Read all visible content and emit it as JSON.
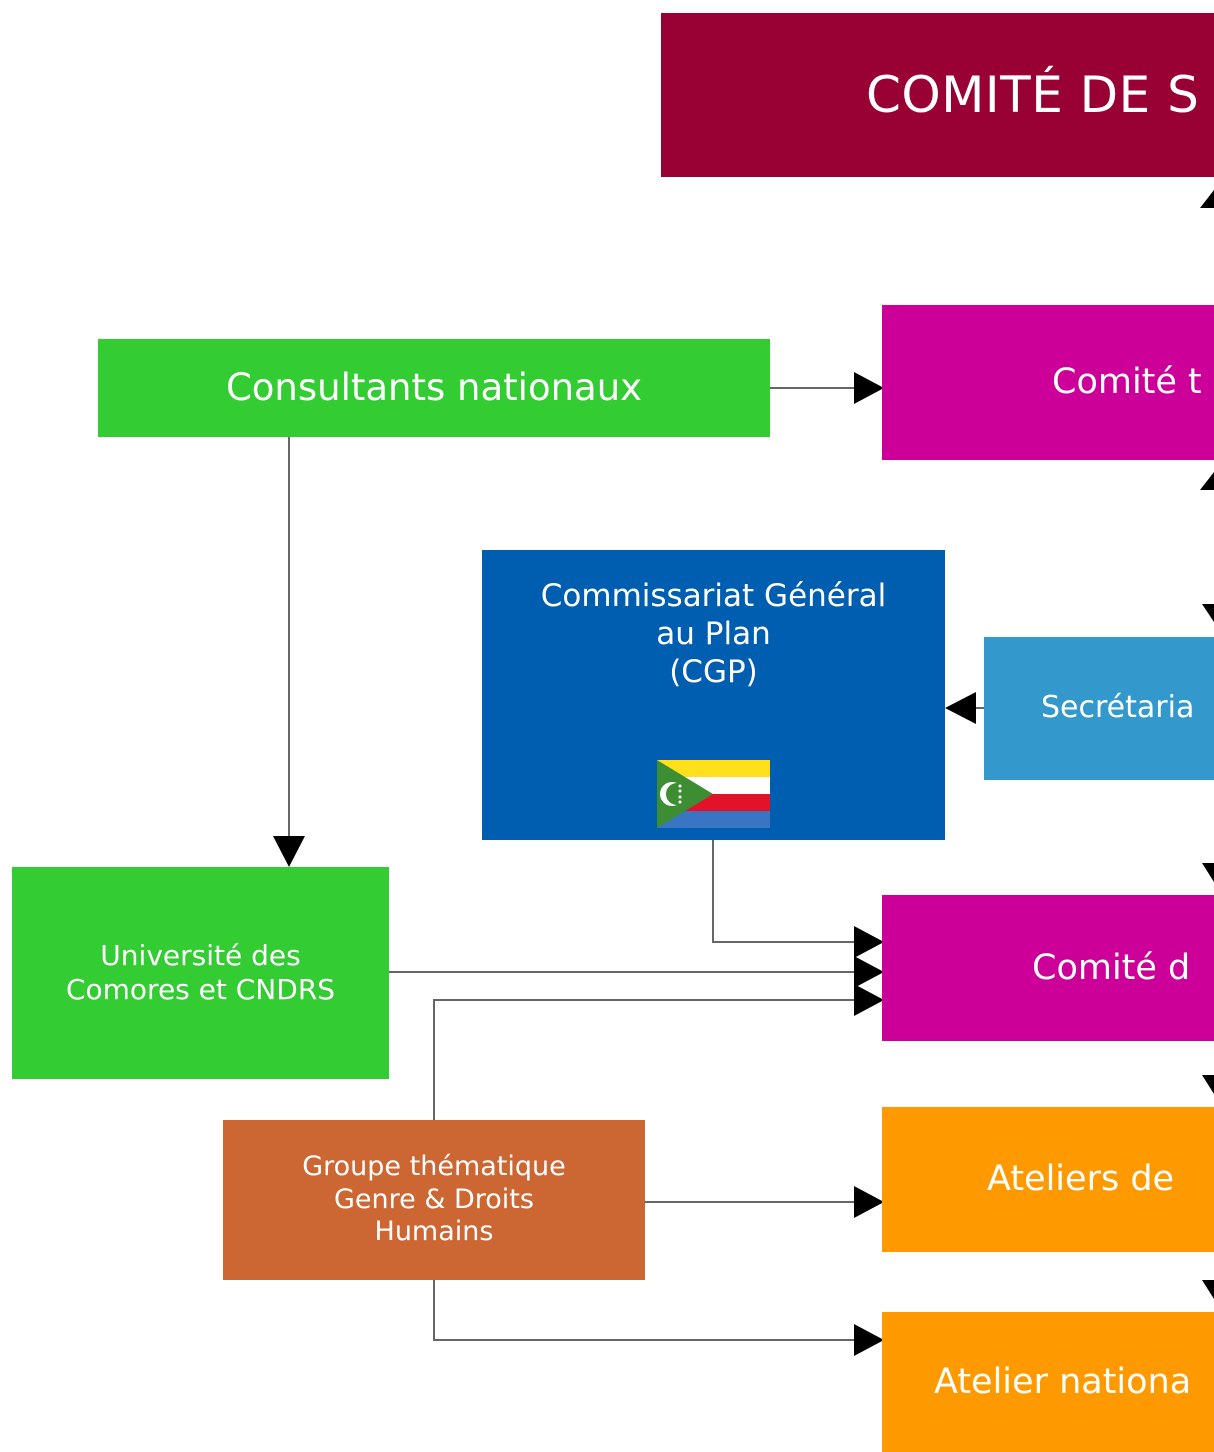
{
  "colors": {
    "maroon": "#990033",
    "magenta": "#CC0099",
    "green": "#33CC33",
    "blue": "#005EB0",
    "light_blue": "#3399CC",
    "brown_orange": "#CC6633",
    "orange": "#FF9900",
    "connector": "#666666",
    "arrowhead": "#000000"
  },
  "icons": {
    "flag": "comoros-flag-icon"
  },
  "nodes": {
    "comite_suivi": "COMITÉ DE S",
    "consultants": "Consultants nationaux",
    "comite_technique": "Comité t",
    "cgp": "Commissariat Général\nau Plan\n(CGP)",
    "secretariat": "Secrétaria",
    "universite": "Université des\nComores et CNDRS",
    "comite_d": "Comité d",
    "groupe": "Groupe thématique\nGenre & Droits\nHumains",
    "ateliers": "Ateliers de",
    "atelier_national": "Atelier nationa"
  }
}
